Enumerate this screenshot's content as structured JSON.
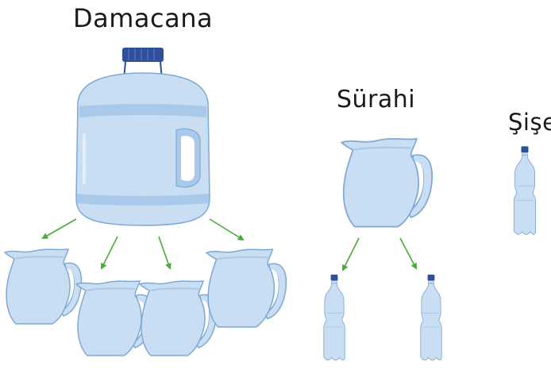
{
  "labels": {
    "large_container": "Damacana",
    "medium_container": "Sürahi",
    "small_container": "Şişe"
  },
  "colors": {
    "container_fill": "#c9def2",
    "container_shade": "#a9c9ea",
    "container_stroke": "#7fa9d6",
    "cap": "#2e4f9c",
    "arrow": "#4aaa3c"
  },
  "icons": [
    "water-jug-icon",
    "pitcher-icon",
    "bottle-icon",
    "arrow-icon"
  ],
  "quantities": {
    "pitchers_from_jug": 4,
    "bottles_from_pitcher": 2
  }
}
